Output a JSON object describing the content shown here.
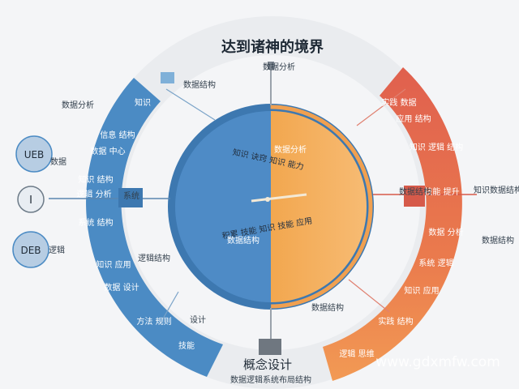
{
  "title": "达到诸神的境界",
  "bottom_text": {
    "line1": "概念设计",
    "line2": "数据逻辑系统布局结构"
  },
  "watermark": "www.gdxmfw.com",
  "colors": {
    "blue": "#4b8bc4",
    "orange": "#f2a65a",
    "red": "#e0604e",
    "light": "#eceef1",
    "bg": "#f4f5f7"
  },
  "center": {
    "top_text": "知识 诀窍 知识 能力",
    "bottom_text": "积累 技能 知识 技能 应用"
  },
  "left_ring_labels": [
    "知识",
    "信息 结构",
    "数据 中心",
    "知识 结构",
    "逻辑 分析",
    "系统 结构",
    "知识 应用",
    "数据 设计",
    "方法 规则",
    "技能"
  ],
  "right_ring_labels": [
    "实践 数据",
    "应用 结构",
    "知识 逻辑 结构",
    "技能 提升",
    "数据 分析",
    "系统 逻辑",
    "知识 应用",
    "实践 结构",
    "逻辑 思维"
  ],
  "left_outside": [
    "数据分析",
    "数据",
    "逻辑",
    "数据结构",
    "系统",
    "逻辑结构",
    "设计"
  ],
  "right_outside": [
    "知识数据结构",
    "数据结构",
    "数据结构"
  ],
  "inner_annotations": [
    "数据分析",
    "数据结构",
    "数据分析",
    "数据结构"
  ],
  "nodes": {
    "node1": "UEB",
    "node2": "I",
    "node3": "DEB"
  }
}
